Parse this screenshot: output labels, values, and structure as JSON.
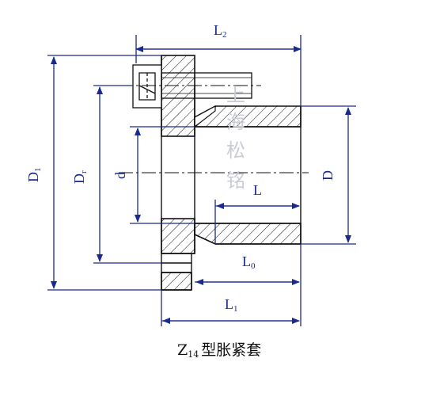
{
  "labels": {
    "L2": {
      "main": "L",
      "sub": "2"
    },
    "D1": {
      "main": "D",
      "sub": "1"
    },
    "Dr": {
      "main": "D",
      "sub": "r"
    },
    "d": "d",
    "L": "L",
    "D": "D",
    "L0": {
      "main": "L",
      "sub": "0"
    },
    "L1": {
      "main": "L",
      "sub": "1"
    }
  },
  "watermark": [
    "上",
    "海",
    "松",
    "铭"
  ],
  "caption": {
    "prefix": "Z",
    "sub": "14",
    "text": "型胀紧套"
  },
  "colors": {
    "dimension": "#1a2a8c",
    "drawing": "#111111",
    "watermark": "#c9ccd6"
  }
}
